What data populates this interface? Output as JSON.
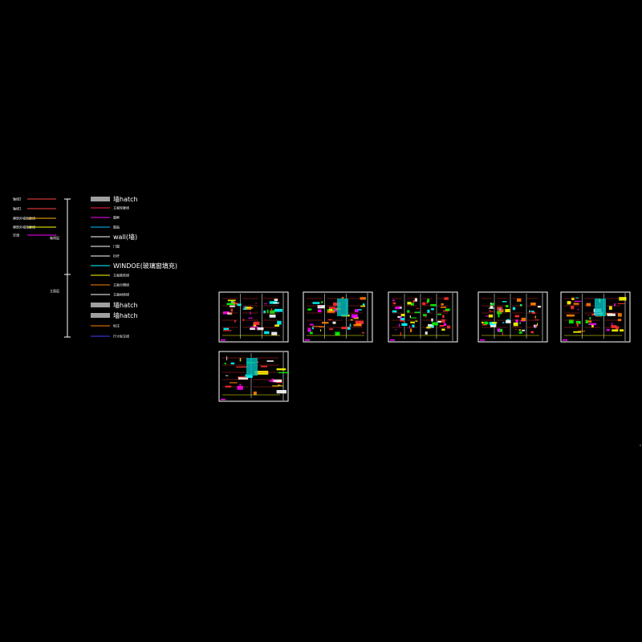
{
  "legend_left": {
    "items": [
      {
        "label": "轴线2",
        "color": "#ff4040"
      },
      {
        "label": "轴线1",
        "color": "#ff4040"
      },
      {
        "label": "建筑外墙轮廓线",
        "color": "#ffb000"
      },
      {
        "label": "建筑外墙轮廓线",
        "color": "#ffff00"
      },
      {
        "label": "空调",
        "color": "#ff00ff"
      }
    ],
    "group_label": "轴线层",
    "group_label_2": "立面层"
  },
  "legend_right": {
    "items": [
      {
        "label": "墙hatch",
        "swatch": "#a0a0a0",
        "type": "block"
      },
      {
        "label": "立面轮廓线",
        "color": "#ff2040",
        "type": "line"
      },
      {
        "label": "窗框",
        "color": "#ff00ff",
        "type": "line"
      },
      {
        "label": "窗扇",
        "color": "#00c0ff",
        "type": "line"
      },
      {
        "label": "wall(墙)",
        "color": "#ffffff",
        "type": "line"
      },
      {
        "label": "门窗",
        "color": "#ffffff",
        "type": "line"
      },
      {
        "label": "栏杆",
        "color": "#ffffff",
        "type": "line"
      },
      {
        "label": "WINDOE(玻璃窗填充)",
        "color": "#00ffff",
        "type": "line"
      },
      {
        "label": "立面装饰线",
        "color": "#ffff00",
        "type": "line"
      },
      {
        "label": "立面分隔线",
        "color": "#ff8000",
        "type": "line"
      },
      {
        "label": "立面材质线",
        "color": "#ffffff",
        "type": "line"
      },
      {
        "label": "墙hatch",
        "swatch": "#a0a0a0",
        "type": "block"
      },
      {
        "label": "墙hatch",
        "swatch": "#a0a0a0",
        "type": "block"
      },
      {
        "label": "标注",
        "color": "#ff8000",
        "type": "line"
      },
      {
        "label": "尺寸标注线",
        "color": "#4040ff",
        "type": "line"
      }
    ]
  },
  "sheets": [
    {
      "name": "sheet-1"
    },
    {
      "name": "sheet-2"
    },
    {
      "name": "sheet-3"
    },
    {
      "name": "sheet-4"
    },
    {
      "name": "sheet-5"
    },
    {
      "name": "sheet-6"
    }
  ]
}
